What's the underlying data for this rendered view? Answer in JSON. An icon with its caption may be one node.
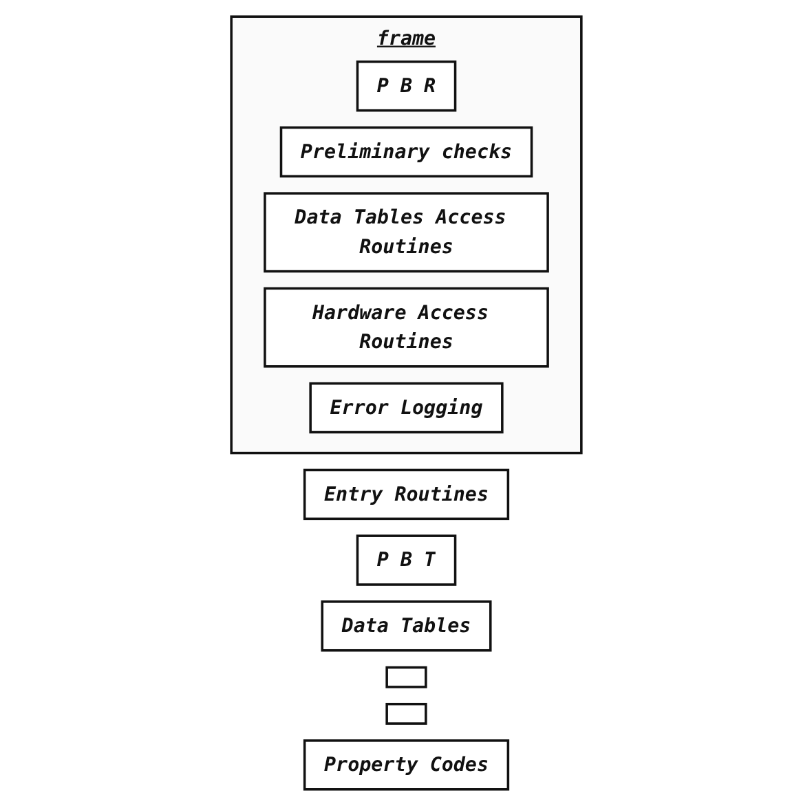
{
  "diagram": {
    "nodes": [
      {
        "text": [
          "Entry Routines"
        ]
      },
      {
        "text": [
          "frame"
        ]
      },
      {
        "text": [
          "P B R"
        ],
        "in": 1
      },
      {
        "text": [
          "Preliminary checks"
        ],
        "in": 1
      },
      {
        "text": [
          "Data Tables Access Routines"
        ],
        "in": 1
      },
      {
        "text": [
          "Hardware Access Routines"
        ],
        "in": 1
      },
      {
        "text": [
          "Error Logging"
        ],
        "in": 1
      },
      {
        "text": [
          "P B T"
        ]
      },
      {
        "text": [
          "Data Tables"
        ]
      },
      {
        "text": [],
        "shape": "box"
      },
      {
        "text": [],
        "shape": "box"
      },
      {
        "text": [
          "Property Codes"
        ]
      }
    ]
  }
}
